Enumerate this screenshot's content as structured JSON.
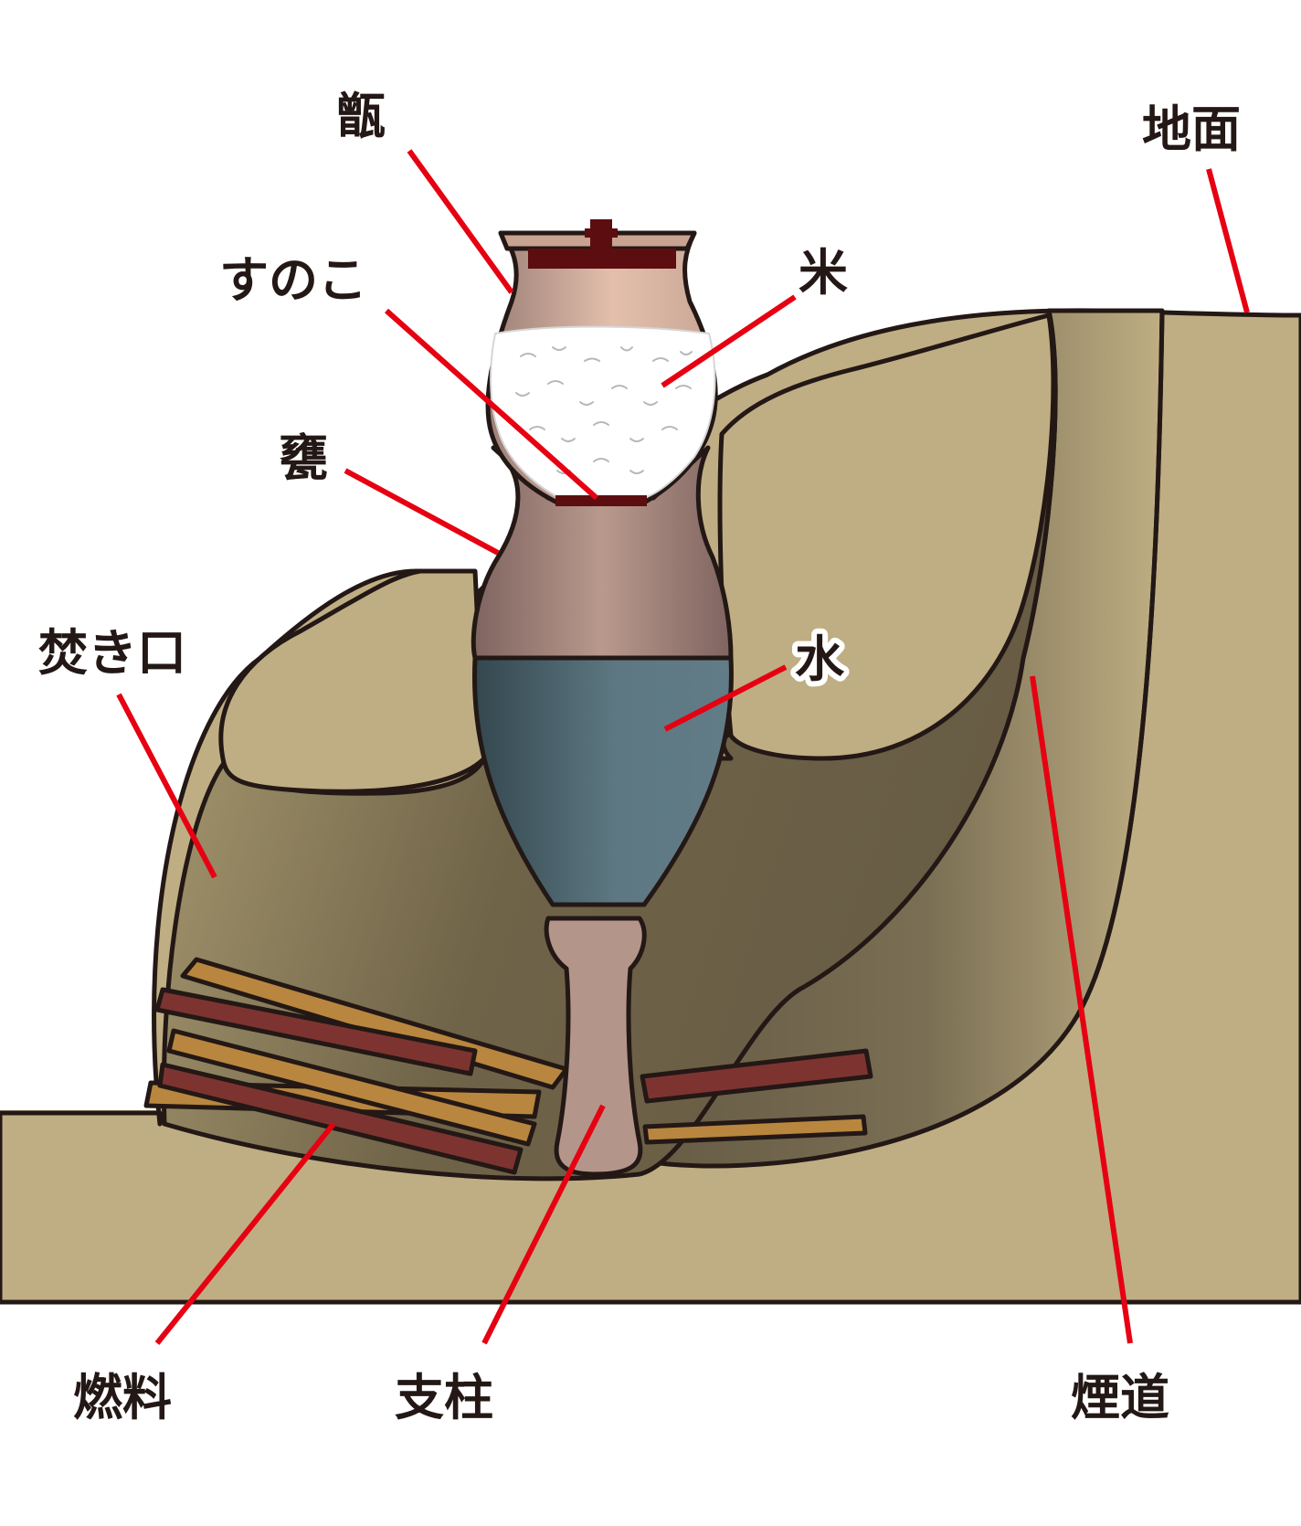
{
  "labels": {
    "koshiki": "甑",
    "ground": "地面",
    "sunoko": "すのこ",
    "rice": "米",
    "kame": "甕",
    "firebox": "焚き口",
    "water": "水",
    "fuel": "燃料",
    "support": "支柱",
    "flue": "煙道"
  },
  "colors": {
    "soil": "#bfae83",
    "cavity_dark": "#675c45",
    "leader_line": "#e60012",
    "water": "#5f7a84",
    "pot_body": "#b4958a",
    "koshiki_body": "#e0bca9",
    "lid_dark": "#5c0d10",
    "firewood_red": "#7d3430",
    "firewood_orange": "#b8863e"
  }
}
